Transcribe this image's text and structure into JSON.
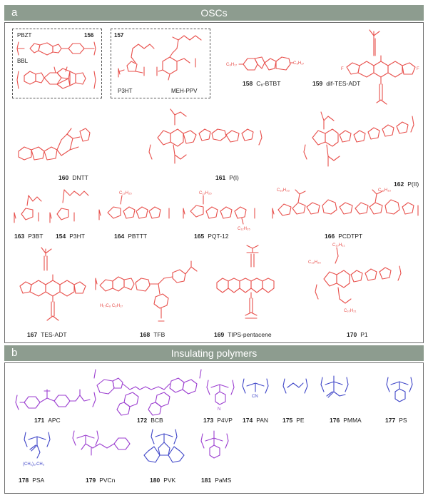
{
  "panel_a": {
    "letter": "a",
    "title": "OSCs"
  },
  "panel_b": {
    "letter": "b",
    "title": "Insulating polymers"
  },
  "box_156": {
    "number": "156",
    "top_name": "PBZT",
    "bottom_name": "BBL"
  },
  "box_157": {
    "number": "157",
    "left_name": "P3HT",
    "right_name": "MEH-PPV"
  },
  "osc": [
    {
      "num": "158",
      "name": "C₈-BTBT"
    },
    {
      "num": "159",
      "name": "dif-TES-ADT"
    },
    {
      "num": "160",
      "name": "DNTT"
    },
    {
      "num": "161",
      "name": "P(I)"
    },
    {
      "num": "162",
      "name": "P(II)"
    },
    {
      "num": "163",
      "name": "P3BT"
    },
    {
      "num": "154",
      "name": "P3HT"
    },
    {
      "num": "164",
      "name": "PBTTT"
    },
    {
      "num": "165",
      "name": "PQT-12"
    },
    {
      "num": "166",
      "name": "PCDTPT"
    },
    {
      "num": "167",
      "name": "TES-ADT"
    },
    {
      "num": "168",
      "name": "TFB"
    },
    {
      "num": "169",
      "name": "TIPS-pentacene"
    },
    {
      "num": "170",
      "name": "P1"
    }
  ],
  "insulating": [
    {
      "num": "171",
      "name": "APC"
    },
    {
      "num": "172",
      "name": "BCB"
    },
    {
      "num": "173",
      "name": "P4VP"
    },
    {
      "num": "174",
      "name": "PAN"
    },
    {
      "num": "175",
      "name": "PE"
    },
    {
      "num": "176",
      "name": "PMMA"
    },
    {
      "num": "177",
      "name": "PS"
    },
    {
      "num": "178",
      "name": "PSA"
    },
    {
      "num": "179",
      "name": "PVCn"
    },
    {
      "num": "180",
      "name": "PVK"
    },
    {
      "num": "181",
      "name": "PaMS"
    }
  ],
  "colors": {
    "osc": "#e8504c",
    "insulating_purple": "#9c3fd0",
    "insulating_blue": "#3f46c8",
    "header": "#8d9c8f"
  }
}
